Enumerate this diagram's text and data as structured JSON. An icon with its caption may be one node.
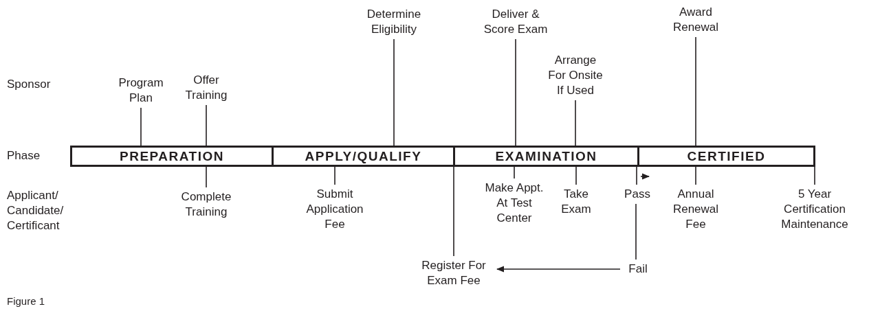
{
  "diagram": {
    "caption": "Figure 1",
    "nodes": [
      {
        "text": [
          "PREPARATION"
        ]
      },
      {
        "text": [
          "APPLY/QUALIFY"
        ]
      },
      {
        "text": [
          "EXAMINATION"
        ]
      },
      {
        "text": [
          "CERTIFIED"
        ]
      },
      {
        "text": [
          "Program Plan"
        ]
      },
      {
        "text": [
          "Offer Training"
        ]
      },
      {
        "text": [
          "Determine Eligibility"
        ]
      },
      {
        "text": [
          "Deliver & Score Exam"
        ]
      },
      {
        "text": [
          "Arrange For Onsite If Used"
        ]
      },
      {
        "text": [
          "Award Renewal"
        ]
      },
      {
        "text": [
          "Complete Training"
        ]
      },
      {
        "text": [
          "Submit Application Fee"
        ]
      },
      {
        "text": [
          "Make Appt. At Test Center"
        ]
      },
      {
        "text": [
          "Take Exam"
        ]
      },
      {
        "text": [
          "Pass"
        ]
      },
      {
        "text": [
          "Annual Renewal Fee"
        ]
      },
      {
        "text": [
          "5 Year Certification Maintenance"
        ]
      },
      {
        "text": [
          "Register For Exam Fee"
        ]
      },
      {
        "text": [
          "Fail"
        ]
      }
    ],
    "edges": [
      {
        "from": 4,
        "to": 0,
        "arrow": "none"
      },
      {
        "from": 5,
        "to": 0,
        "arrow": "none"
      },
      {
        "from": 6,
        "to": 1,
        "arrow": "none"
      },
      {
        "from": 7,
        "to": 2,
        "arrow": "none"
      },
      {
        "from": 8,
        "to": 2,
        "arrow": "none"
      },
      {
        "from": 9,
        "to": 3,
        "arrow": "none"
      },
      {
        "from": 10,
        "to": 0,
        "arrow": "none"
      },
      {
        "from": 11,
        "to": 1,
        "arrow": "none"
      },
      {
        "from": 12,
        "to": 2,
        "arrow": "none"
      },
      {
        "from": 13,
        "to": 2,
        "arrow": "none"
      },
      {
        "from": 14,
        "to": 2,
        "arrow": "none"
      },
      {
        "from": 15,
        "to": 3,
        "arrow": "none"
      },
      {
        "from": 16,
        "to": 3,
        "arrow": "none"
      },
      {
        "from": 17,
        "to": 2,
        "arrow": "none"
      },
      {
        "from": 14,
        "to": 18,
        "arrow": "none"
      },
      {
        "from": 18,
        "to": 17,
        "arrow": "to"
      }
    ],
    "labels": [
      "Sponsor",
      "Phase",
      "Applicant/ Candidate/ Certificant"
    ]
  }
}
